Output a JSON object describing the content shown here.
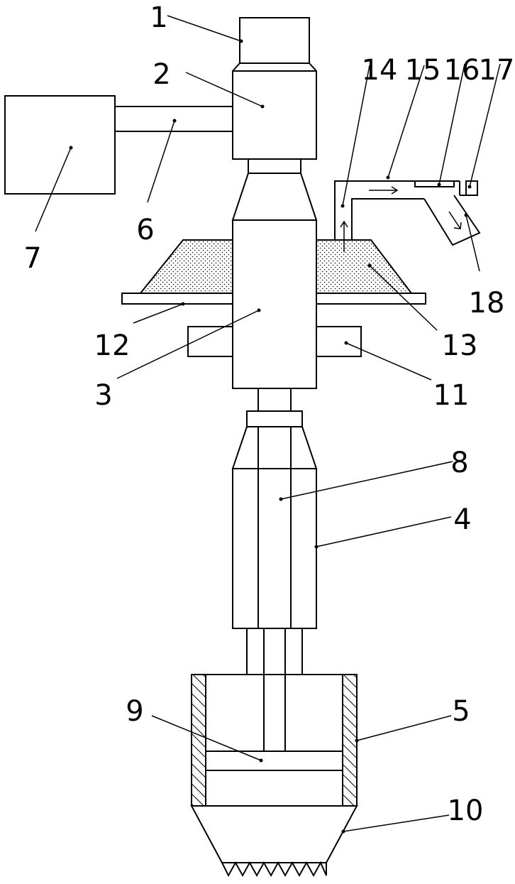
{
  "labels": {
    "l1": "1",
    "l2": "2",
    "l3": "3",
    "l4": "4",
    "l5": "5",
    "l6": "6",
    "l7": "7",
    "l8": "8",
    "l9": "9",
    "l10": "10",
    "l11": "11",
    "l12": "12",
    "l13": "13",
    "l14": "14",
    "l15": "15",
    "l16": "16",
    "l17": "17",
    "l18": "18"
  },
  "style": {
    "stroke": "#000000",
    "background": "#ffffff"
  }
}
